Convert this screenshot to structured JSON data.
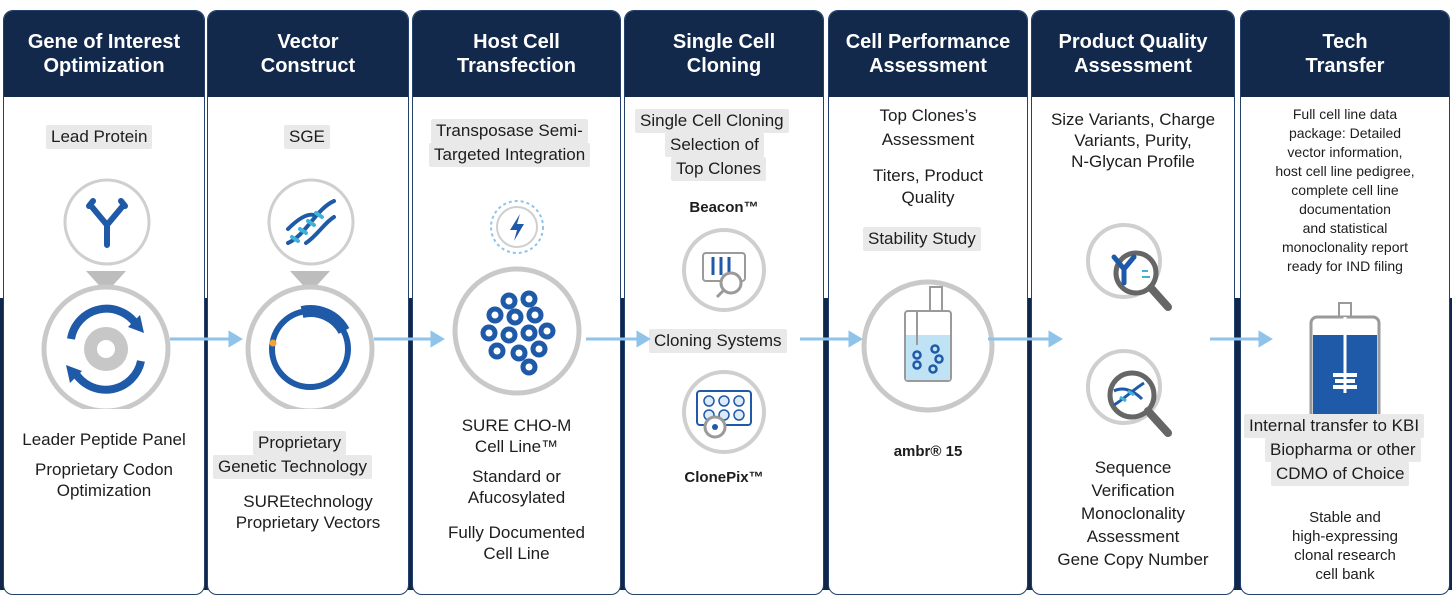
{
  "colors": {
    "navy": "#13294b",
    "dark_band": "#10264a",
    "blue": "#1f5aa8",
    "arrow": "#8fc3ea",
    "tag_bg": "#e9e9e9"
  },
  "columns": [
    {
      "title": [
        "Gene of Interest",
        "Optimization"
      ],
      "icon": "antibody-icon",
      "tags": [
        "Lead Protein"
      ],
      "bottom": [
        "Leader Peptide Panel",
        "Proprietary Codon",
        "Optimization"
      ]
    },
    {
      "title": [
        "Vector",
        "Construct"
      ],
      "icon": "dna-icon",
      "tags": [
        "SGE",
        "Proprietary",
        "Genetic Technology"
      ],
      "bottom": [
        "SUREtechnology",
        "Proprietary Vectors"
      ]
    },
    {
      "title": [
        "Host Cell",
        "Transfection"
      ],
      "icon": "lightning-icon",
      "tags": [
        "Transposase Semi-",
        "Targeted Integration"
      ],
      "bottom": [
        "SURE CHO-M",
        "Cell Line™",
        "Standard or",
        "Afucosylated",
        "Fully Documented",
        "Cell Line"
      ]
    },
    {
      "title": [
        "Single Cell",
        "Cloning"
      ],
      "icon": "cloning-icon",
      "tags": [
        "Single Cell Cloning",
        "Selection of",
        "Top Clones",
        "Cloning Systems"
      ],
      "labels": [
        "Beacon™",
        "ClonePix™"
      ]
    },
    {
      "title": [
        "Cell Performance",
        "Assessment"
      ],
      "icon": "bioreactor-icon",
      "top": [
        "Top Clones’s",
        "Assessment",
        "Titers, Product",
        "Quality"
      ],
      "tags": [
        "Stability Study"
      ],
      "labels": [
        "ambr® 15"
      ]
    },
    {
      "title": [
        "Product Quality",
        "Assessment"
      ],
      "icon": "magnifier-icon",
      "top": [
        "Size Variants, Charge",
        "Variants, Purity,",
        "N-Glycan Profile"
      ],
      "bottom": [
        "Sequence",
        "Verification",
        "Monoclonality",
        "Assessment",
        "Gene Copy Number"
      ]
    },
    {
      "title": [
        "Tech",
        "Transfer"
      ],
      "icon": "bioreactor-vessel-icon",
      "top": [
        "Full cell line data",
        "package: Detailed",
        "vector information,",
        "host cell line pedigree,",
        "complete cell line",
        "documentation",
        "and statistical",
        "monoclonality report",
        "ready for IND filing"
      ],
      "tags": [
        "Internal transfer to KBI",
        "Biopharma or other",
        "CDMO of Choice"
      ],
      "bottom": [
        "Stable and",
        "high-expressing",
        "clonal research",
        "cell bank"
      ]
    }
  ]
}
